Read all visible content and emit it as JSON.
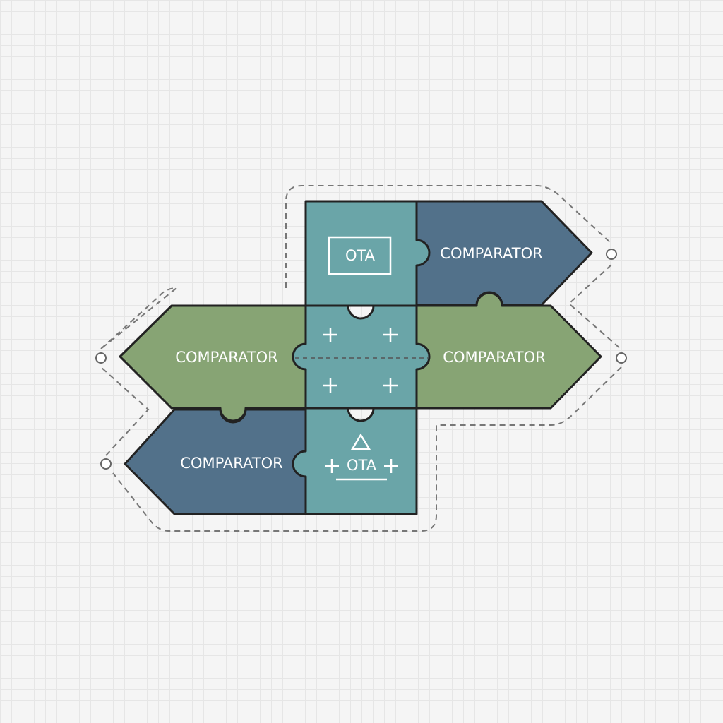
{
  "colors": {
    "teal": "#6aa5a8",
    "blue": "#52718a",
    "green": "#87a474",
    "outline": "#222222"
  },
  "blocks": {
    "top_center": "OTA",
    "top_right": "COMPARATOR",
    "mid_left": "COMPARATOR",
    "mid_right": "COMPARATOR",
    "bottom_left": "COMPARATOR",
    "bottom_center": "OTA"
  }
}
